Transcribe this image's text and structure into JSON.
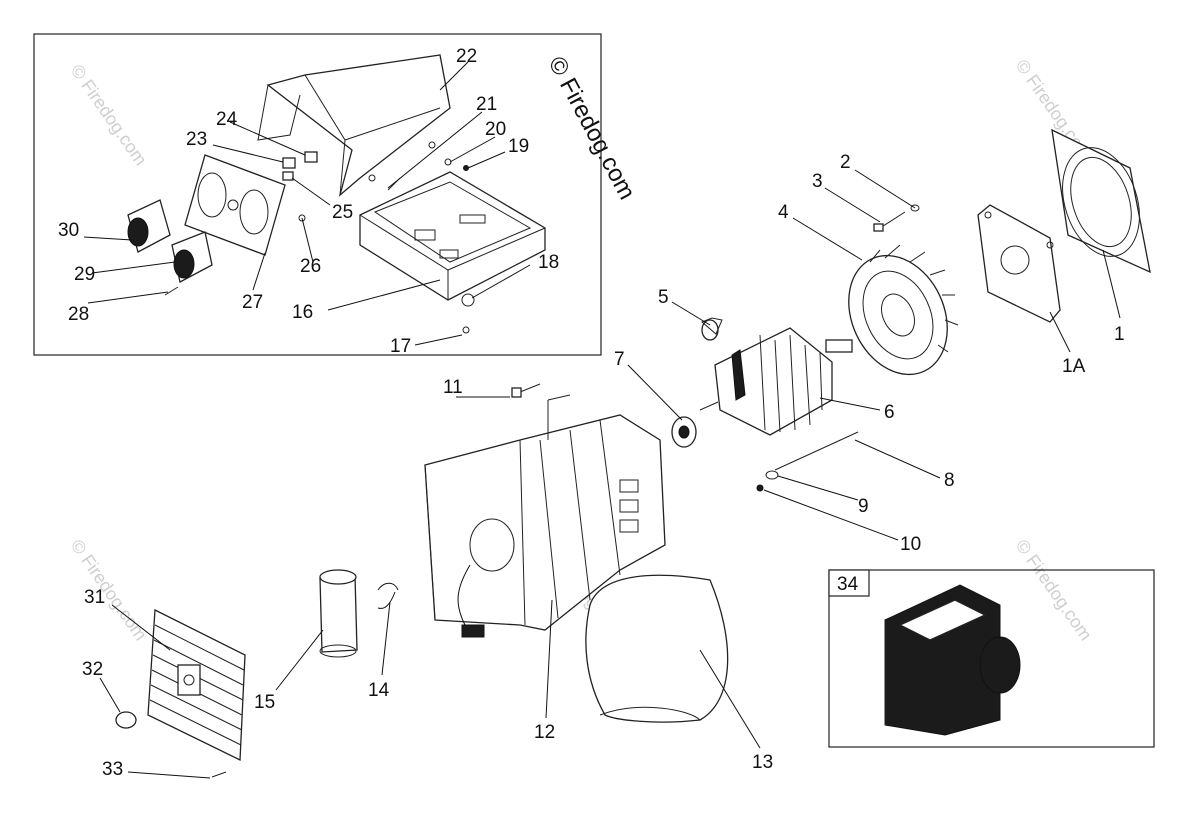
{
  "watermarks": {
    "main": "© Firedog.com",
    "faint": "© Firedog.com"
  },
  "inset_label": "34",
  "callouts": [
    "1",
    "1A",
    "2",
    "3",
    "4",
    "5",
    "6",
    "7",
    "8",
    "9",
    "10",
    "11",
    "12",
    "13",
    "14",
    "15",
    "16",
    "17",
    "18",
    "19",
    "20",
    "21",
    "22",
    "23",
    "24",
    "25",
    "26",
    "27",
    "28",
    "29",
    "30",
    "31",
    "32",
    "33"
  ],
  "colors": {
    "line": "#222222",
    "watermark": "#cfcfcf",
    "background": "#ffffff"
  }
}
